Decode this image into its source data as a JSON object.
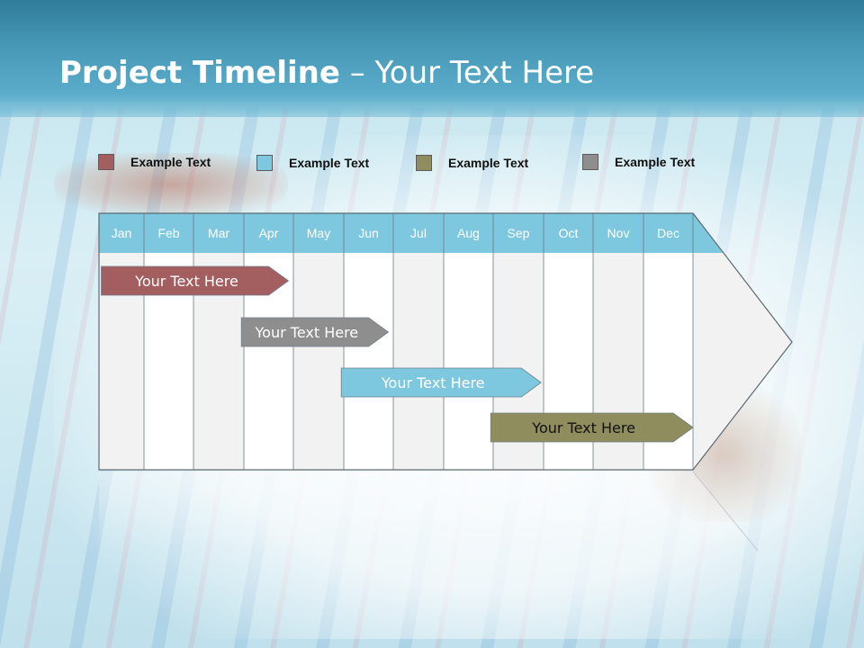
{
  "slide": {
    "title_bold": "Project Timeline",
    "title_rest": " – Your Text Here"
  },
  "legend": [
    {
      "label": "Example Text",
      "color": "#a35f5f"
    },
    {
      "label": "Example Text",
      "color": "#7ec8df"
    },
    {
      "label": "Example Text",
      "color": "#8f8d5e"
    },
    {
      "label": "Example Text",
      "color": "#8e8e8e"
    }
  ],
  "timeline": {
    "months": [
      "Jan",
      "Feb",
      "Mar",
      "Apr",
      "May",
      "Jun",
      "Jul",
      "Aug",
      "Sep",
      "Oct",
      "Nov",
      "Dec"
    ],
    "header_color": "#7ec8df",
    "bars": [
      {
        "label": "Your  Text Here",
        "start_month": 1.05,
        "end_month": 4.9,
        "color": "#a35f5f",
        "text_color": "#ffffff"
      },
      {
        "label": "Your  Text Here",
        "start_month": 3.95,
        "end_month": 6.9,
        "color": "#8e8e8e",
        "text_color": "#ffffff"
      },
      {
        "label": "Your  Text Here",
        "start_month": 5.95,
        "end_month": 9.95,
        "color": "#7ec8df",
        "text_color": "#ffffff"
      },
      {
        "label": "Your  Text Here",
        "start_month": 8.95,
        "end_month": 13.0,
        "color": "#8f8d5e",
        "text_color": "#111111"
      }
    ]
  }
}
